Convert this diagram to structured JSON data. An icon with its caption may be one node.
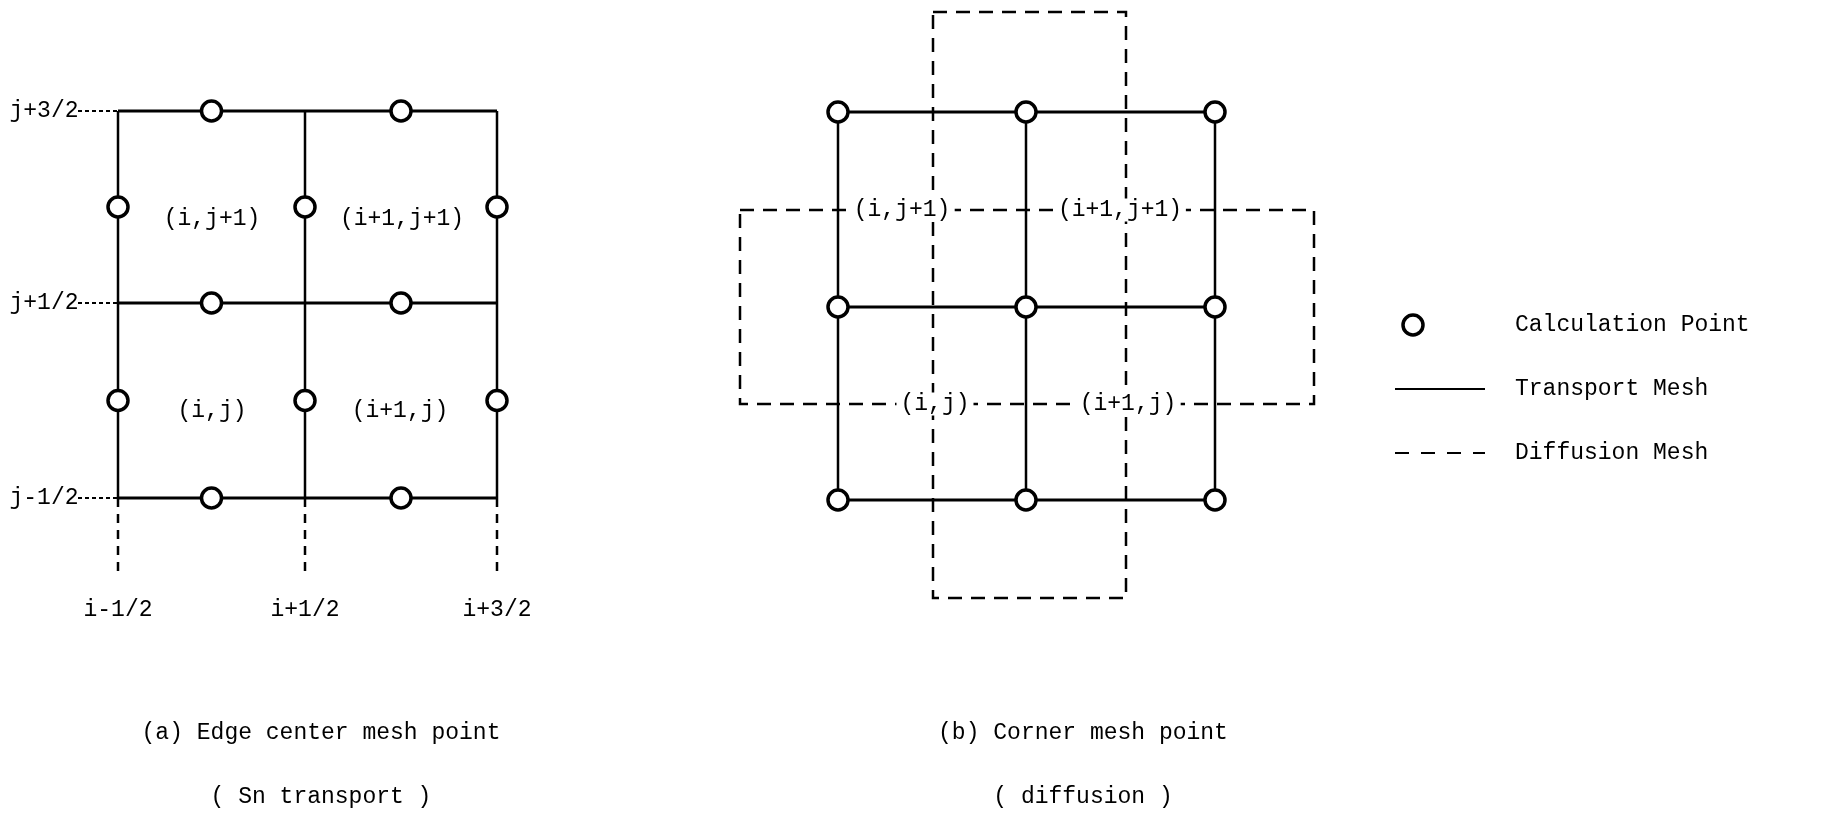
{
  "diagram": {
    "labels": [
      "j+3/2",
      "(i,j+1)",
      "(i+1,j+1)",
      "j+1/2",
      "(i,j)",
      "(i+1,j)",
      "j-1/2",
      "i-1/2",
      "i+1/2",
      "i+3/2",
      "(i,j+1)",
      "(i+1,j+1)",
      "(i,j)",
      "(i+1,j)",
      "(a) Edge center mesh point",
      "( Sn transport )",
      "(b) Corner mesh point",
      "( diffusion )"
    ],
    "legend": [
      {
        "text": "Calculation Point"
      },
      {
        "text": "Transport Mesh"
      },
      {
        "text": "Diffusion Mesh"
      }
    ]
  }
}
